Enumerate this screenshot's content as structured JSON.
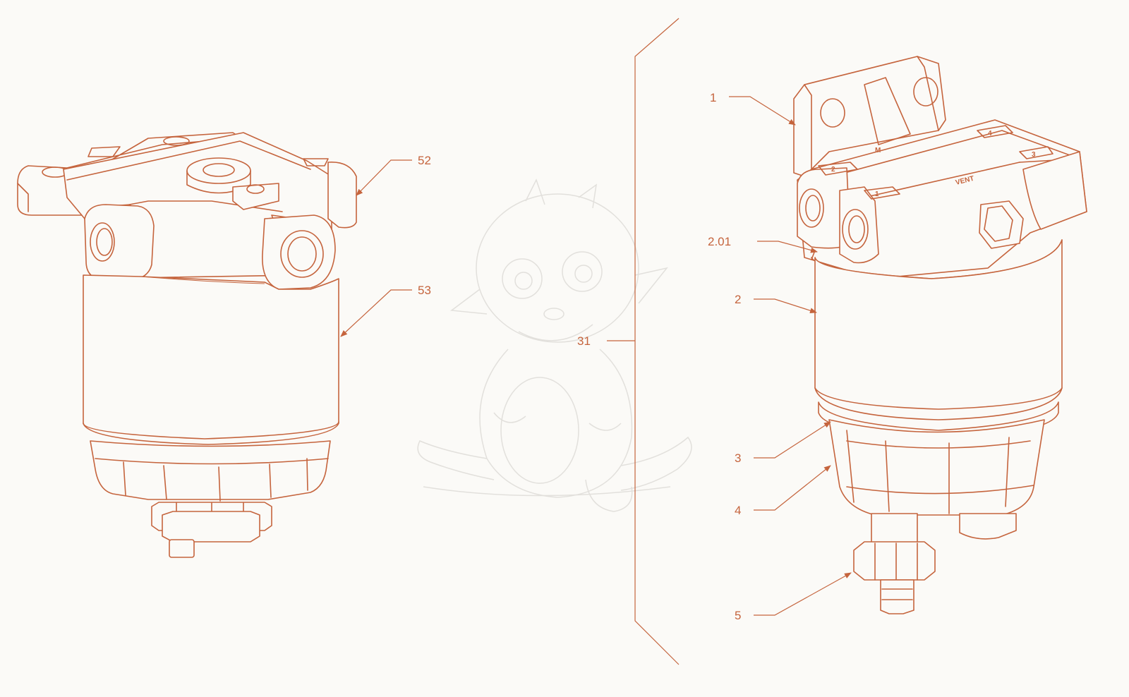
{
  "colors": {
    "ink": "#c5643d",
    "background": "#fbfaf7",
    "watermark": "#e2e0dc"
  },
  "callouts": [
    {
      "id": "52",
      "label": "52"
    },
    {
      "id": "53",
      "label": "53"
    },
    {
      "id": "31",
      "label": "31"
    },
    {
      "id": "1",
      "label": "1"
    },
    {
      "id": "2.01",
      "label": "2.01"
    },
    {
      "id": "2",
      "label": "2"
    },
    {
      "id": "3",
      "label": "3"
    },
    {
      "id": "4",
      "label": "4"
    },
    {
      "id": "5",
      "label": "5"
    }
  ],
  "head_markings": {
    "vent": "VENT",
    "port_1": "1",
    "port_2": "2",
    "port_3": "3",
    "port_4": "4",
    "port_m": "M"
  },
  "watermark_icon": "baby-dragon-icon"
}
